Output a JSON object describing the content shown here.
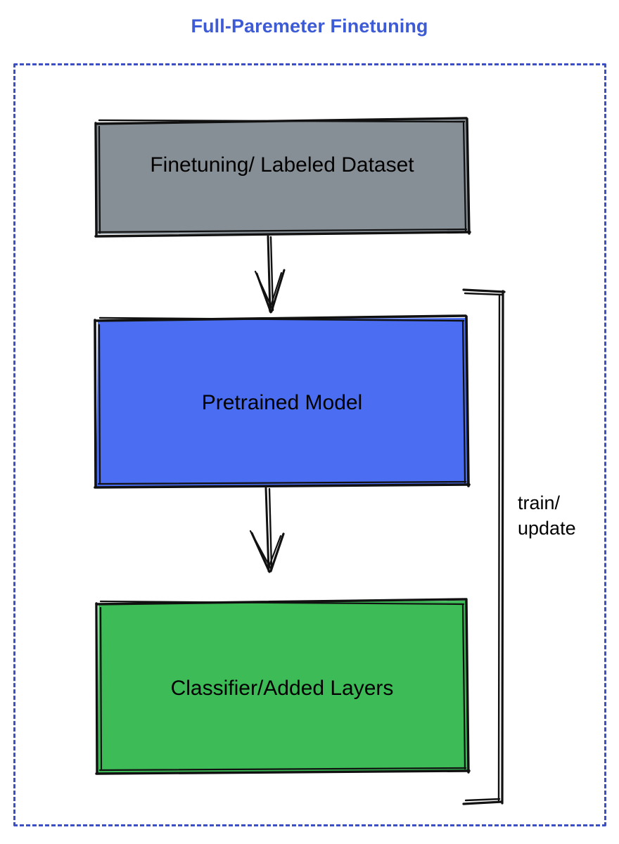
{
  "diagram": {
    "title": "Full-Paremeter Finetuning",
    "title_color": "#3c5bd4",
    "background_color": "#ffffff",
    "container": {
      "name": "dashed-boundary",
      "style": "dashed",
      "border_color": "#3c4fc4"
    },
    "nodes": [
      {
        "id": "dataset",
        "label": "Finetuning/ Labeled Dataset",
        "fill_color": "#878f96",
        "stroke_color": "#000000",
        "text_color": "#000000"
      },
      {
        "id": "pretrained",
        "label": "Pretrained Model",
        "fill_color": "#4a6df2",
        "stroke_color": "#000000",
        "text_color": "#000000"
      },
      {
        "id": "classifier",
        "label": "Classifier/Added Layers",
        "fill_color": "#3cbb56",
        "stroke_color": "#000000",
        "text_color": "#000000"
      }
    ],
    "edges": [
      {
        "id": "dataset-to-pretrained",
        "from": "dataset",
        "to": "pretrained",
        "label": "",
        "arrow": "down"
      },
      {
        "id": "pretrained-to-classifier",
        "from": "pretrained",
        "to": "classifier",
        "label": "",
        "arrow": "down"
      },
      {
        "id": "feedback-loop",
        "from": "classifier",
        "to": "pretrained",
        "label": "train/\nupdate",
        "arrow": "none"
      }
    ]
  }
}
